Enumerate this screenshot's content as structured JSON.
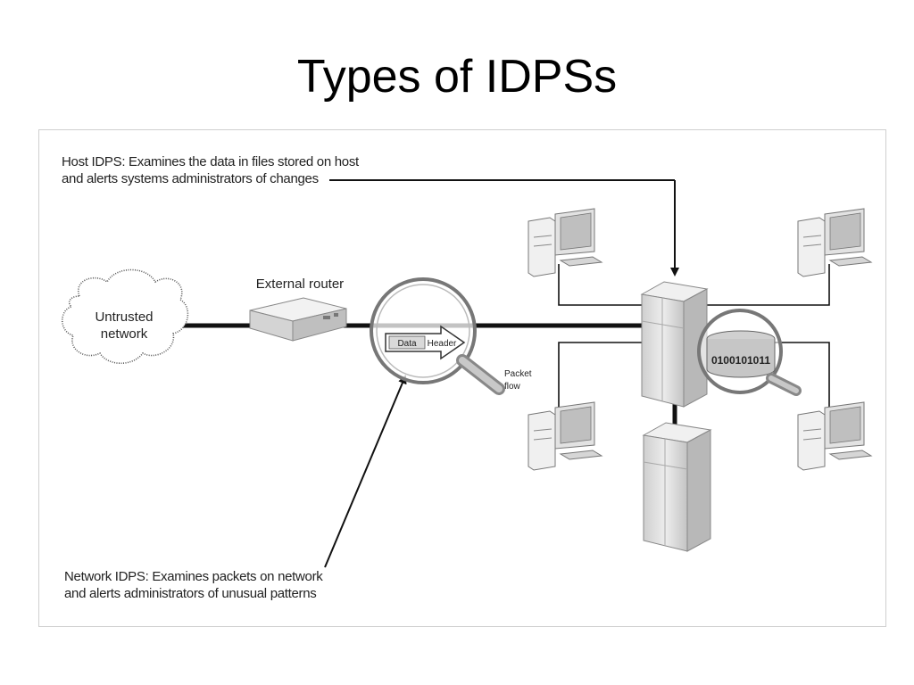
{
  "slide": {
    "title": "Types of IDPSs"
  },
  "callouts": {
    "host": {
      "line1": "Host IDPS: Examines the data in files stored on host",
      "line2": "and alerts systems administrators of changes"
    },
    "network": {
      "line1": "Network IDPS: Examines packets on network",
      "line2": "and alerts administrators of unusual patterns"
    }
  },
  "labels": {
    "cloud_line1": "Untrusted",
    "cloud_line2": "network",
    "router": "External router",
    "packet_data": "Data",
    "packet_header": "Header",
    "packet_flow_line1": "Packet",
    "packet_flow_line2": "flow",
    "binary": "0100101011"
  },
  "icons": [
    "cloud-icon",
    "router-icon",
    "magnifier-icon",
    "server-icon",
    "workstation-icon",
    "database-icon"
  ],
  "colors": {
    "line": "#111111",
    "device_fill": "#e6e6e6",
    "device_shade": "#bdbdbd"
  }
}
